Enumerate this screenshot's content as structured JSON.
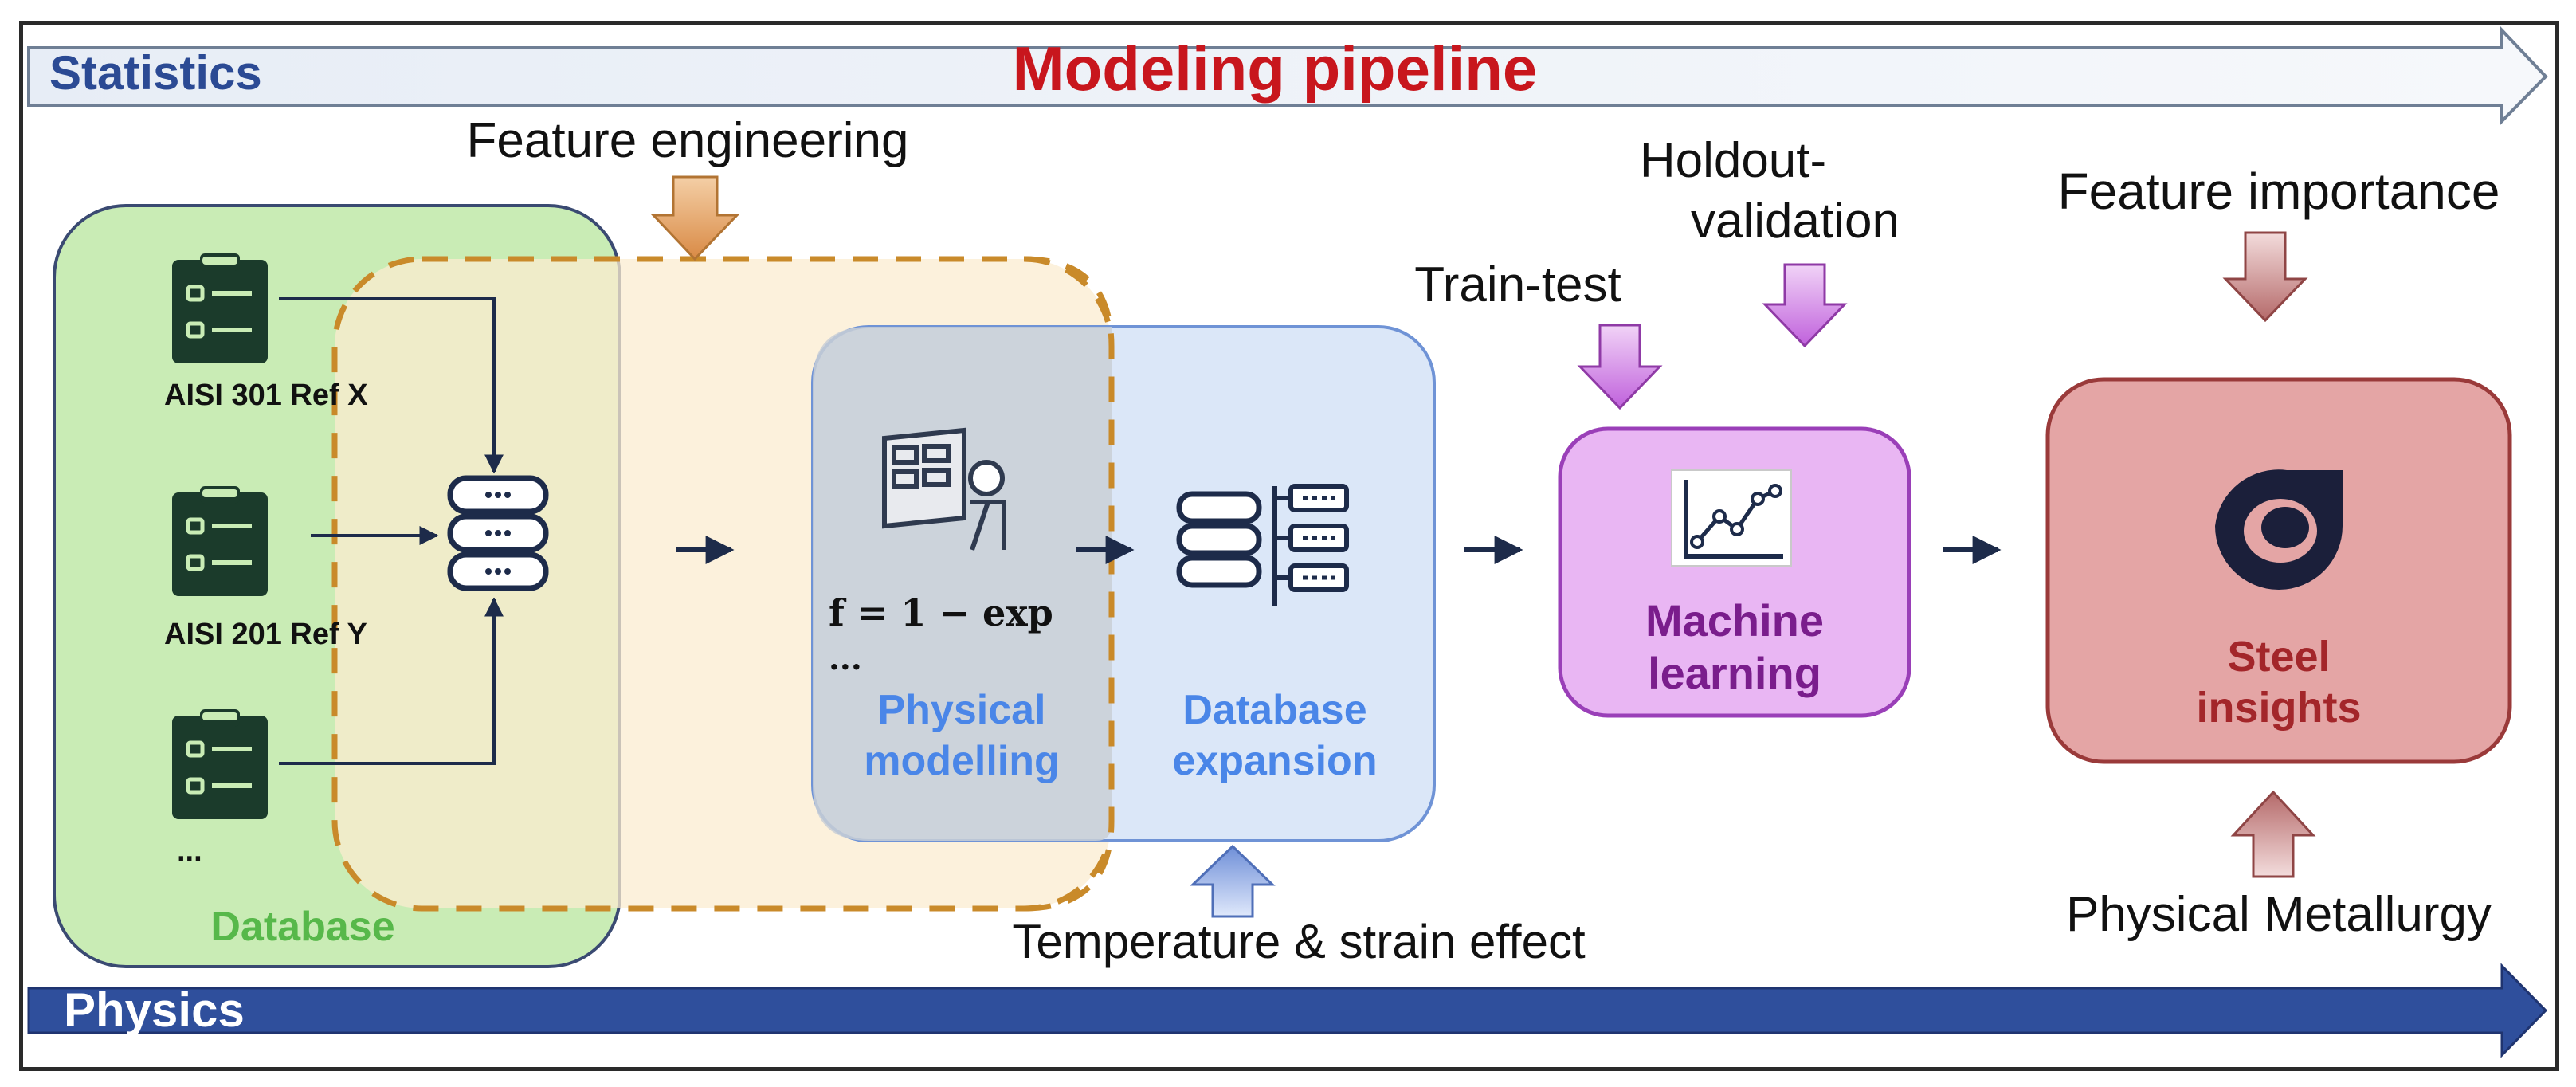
{
  "banner_top": {
    "left_label": "Statistics",
    "center_title": "Modeling pipeline"
  },
  "banner_bottom": {
    "label": "Physics"
  },
  "annotations": {
    "feature_engineering": "Feature engineering",
    "temperature_strain": "Temperature & strain effect",
    "train_test": "Train-test",
    "holdout_line1": "Holdout-",
    "holdout_line2": "validation",
    "feature_importance": "Feature importance",
    "physical_metallurgy": "Physical Metallurgy"
  },
  "database": {
    "title": "Database",
    "item1": "AISI 301 Ref X",
    "item2": "AISI 201 Ref Y",
    "item3": "..."
  },
  "physical": {
    "label_line1": "Physical",
    "label_line2": "modelling",
    "formula": "f = 1 − exp",
    "ellipsis": "..."
  },
  "expansion": {
    "label_line1": "Database",
    "label_line2": "expansion"
  },
  "ml": {
    "label_line1": "Machine",
    "label_line2": "learning"
  },
  "insights": {
    "label_line1": "Steel",
    "label_line2": "insights"
  },
  "colors": {
    "statistics_text": "#2b4a94",
    "title_red": "#c8161d",
    "physics_bar": "#2f4f9c",
    "database_green": "#57b84a",
    "physical_blue": "#4a86e8",
    "ml_purple": "#7a1d8c",
    "insights_red": "#a3262a",
    "dashed_orange": "#c98a2a",
    "arrow_orange": "#e3a066",
    "arrow_purple": "#c97ae0",
    "arrow_red": "#b56a6a",
    "arrow_blue": "#7f9fe0"
  }
}
